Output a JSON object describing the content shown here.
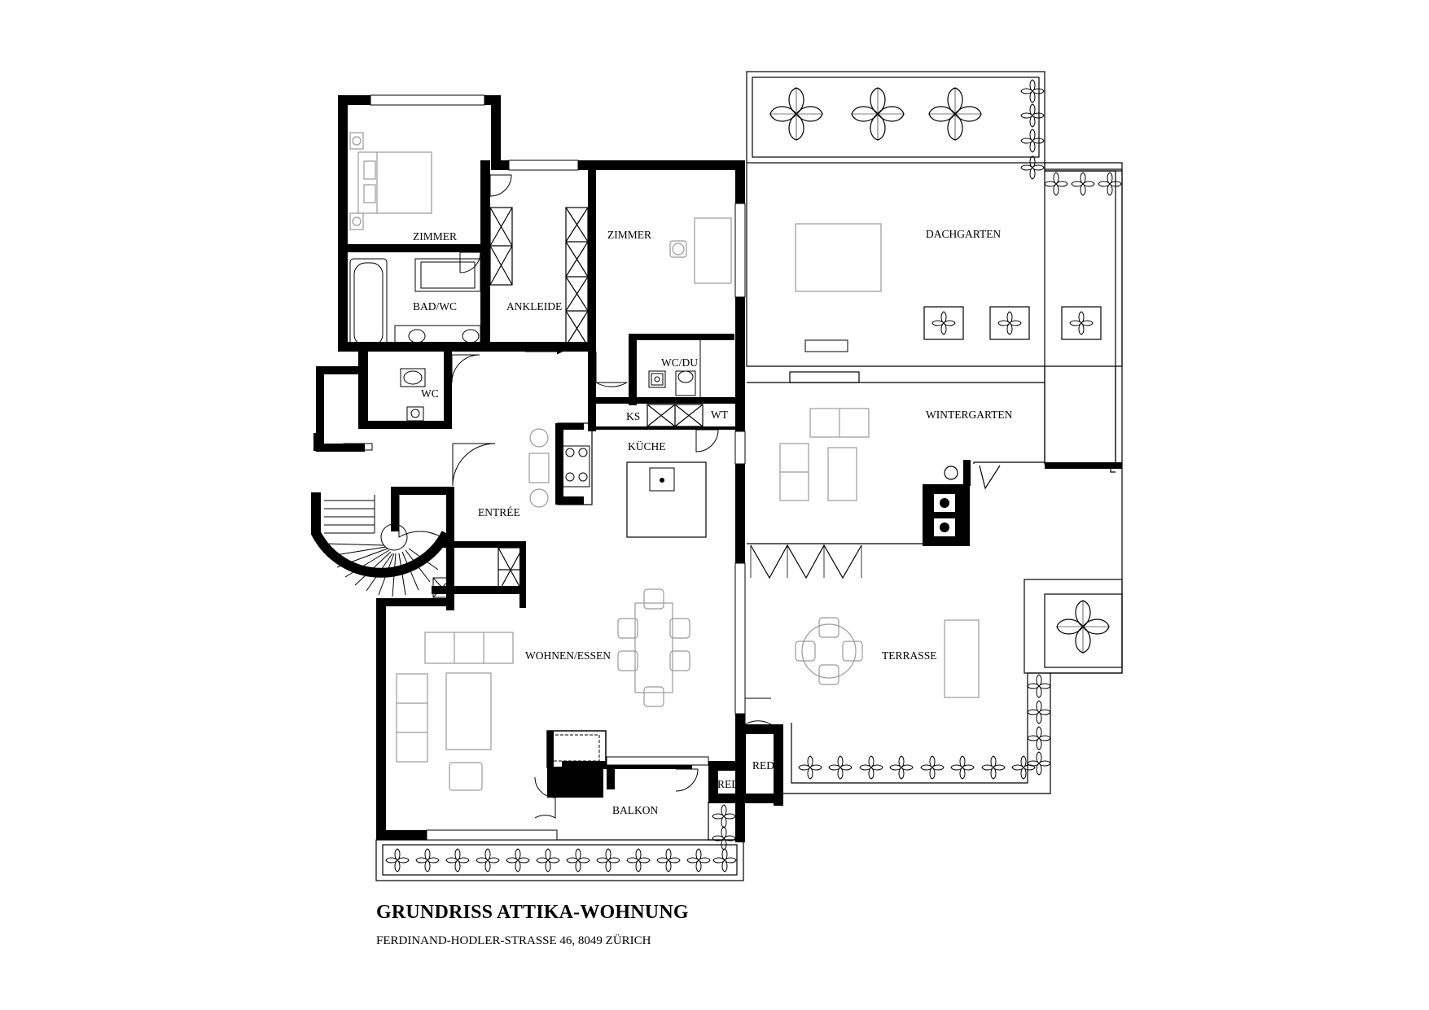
{
  "title": "GRUNDRISS ATTIKA-WOHNUNG",
  "address": "FERDINAND-HODLER-STRASSE 46, 8049 ZÜRICH",
  "rooms": {
    "zimmer_1": "ZIMMER",
    "zimmer_2": "ZIMMER",
    "bad_wc": "BAD/WC",
    "ankleide": "ANKLEIDE",
    "wc": "WC",
    "wc_du": "WC/DU",
    "ks": "KS",
    "wt": "WT",
    "kueche": "KÜCHE",
    "entree": "ENTRÉE",
    "wohnen_essen": "WOHNEN/ESSEN",
    "balkon": "BALKON",
    "red_1": "RED",
    "red_2": "RED",
    "dachgarten": "DACHGARTEN",
    "wintergarten": "WINTERGARTEN",
    "terrasse": "TERRASSE"
  },
  "colors": {
    "wall": "#000000",
    "furniture": "#9a9a9a",
    "line": "#000000",
    "paper": "#ffffff"
  },
  "icons": {
    "planter": "four-petal-flower-icon"
  }
}
